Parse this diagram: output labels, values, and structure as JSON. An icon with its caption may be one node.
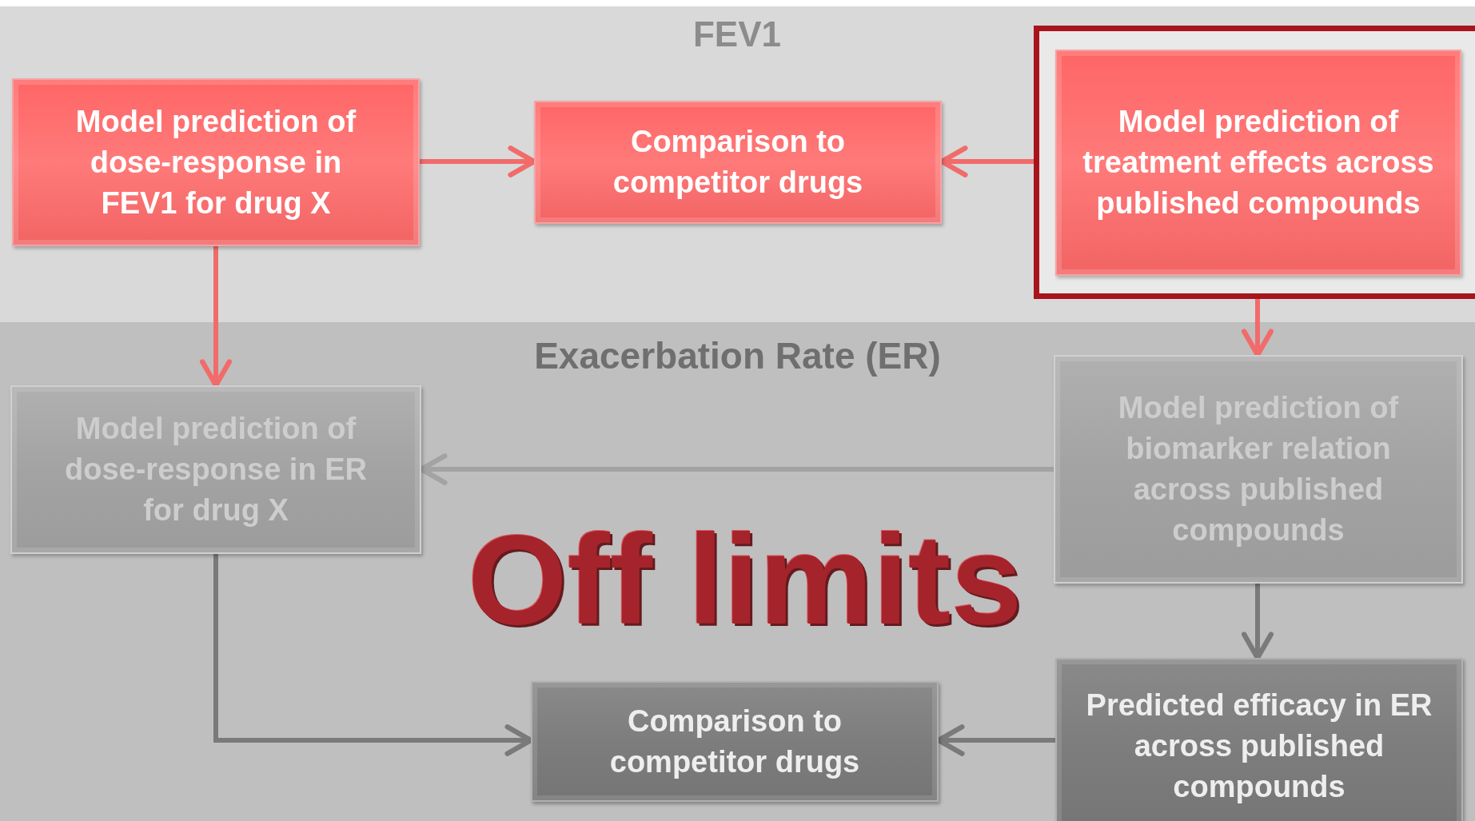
{
  "diagram": {
    "nodes": [
      {
        "text": [
          "Model prediction of dose-response in FEV1 for drug X"
        ]
      },
      {
        "text": [
          "Comparison to competitor drugs"
        ]
      },
      {
        "text": [
          "Model prediction of treatment effects across published compounds"
        ]
      },
      {
        "text": [
          "Model prediction of dose-response in ER for drug X"
        ]
      },
      {
        "text": [
          "Model prediction of biomarker relation across published compounds"
        ]
      },
      {
        "text": [
          "Predicted efficacy in ER across published compounds"
        ]
      },
      {
        "text": [
          "Comparison to competitor drugs"
        ]
      }
    ],
    "edges": [
      {
        "from": 0,
        "to": 1,
        "arrow": "to",
        "color": "#f26b6b"
      },
      {
        "from": 2,
        "to": 1,
        "arrow": "to",
        "color": "#f26b6b"
      },
      {
        "from": 0,
        "to": 3,
        "arrow": "to",
        "color": "#f26b6b"
      },
      {
        "from": 2,
        "to": 4,
        "arrow": "to",
        "color": "#f26b6b"
      },
      {
        "from": 4,
        "to": 3,
        "arrow": "to",
        "color": "#a3a3a3"
      },
      {
        "from": 4,
        "to": 5,
        "arrow": "to",
        "color": "#7a7a7a"
      },
      {
        "from": 3,
        "to": 6,
        "arrow": "to",
        "color": "#7a7a7a"
      },
      {
        "from": 5,
        "to": 6,
        "arrow": "to",
        "color": "#7a7a7a"
      }
    ],
    "labels": [
      "FEV1",
      "Exacerbation Rate (ER)",
      "Off limits"
    ]
  }
}
